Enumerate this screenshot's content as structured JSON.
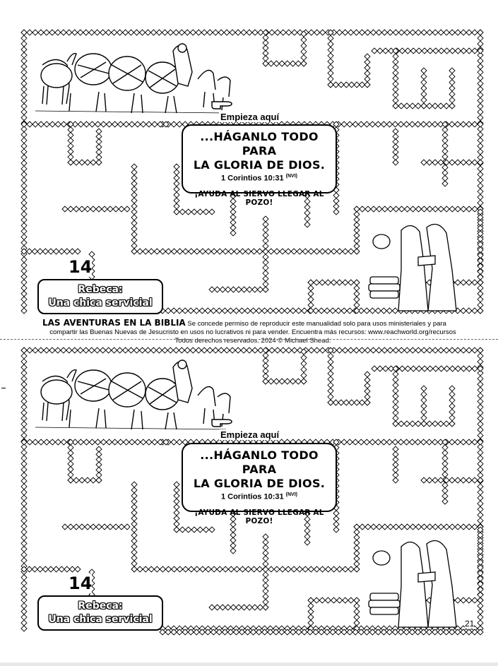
{
  "copies": [
    {
      "start_label": "Empieza aquí",
      "verse_line1": "...HÁGANLO TODO PARA",
      "verse_line2": "LA GLORIA DE DIOS.",
      "reference": "1 Corintios 10:31",
      "version": "(NVI)",
      "instruction": "¡AYUDA AL SIERVO LLEGAR AL POZO!",
      "lesson_number": "14",
      "title_line1": "Rebeca:",
      "title_line2": "Una chica servicial"
    },
    {
      "start_label": "Empieza aquí",
      "verse_line1": "...HÁGANLO TODO PARA",
      "verse_line2": "LA GLORIA DE DIOS.",
      "reference": "1 Corintios 10:31",
      "version": "(NVI)",
      "instruction": "¡AYUDA AL SIERVO LLEGAR AL POZO!",
      "lesson_number": "14",
      "title_line1": "Rebeca:",
      "title_line2": "Una chica servicial"
    }
  ],
  "credits": {
    "brand": "LAS AVENTURAS EN LA BIBLIA",
    "line1": " Se concede permiso de reproducir este manualidad solo para usos ministeriales y para",
    "line2": "compartir las Buenas Nuevas de Jesucristo en usos no lucrativos ni para vender.  Encuentra más recursos: www.reachworld.org/recursos",
    "line3": "Todos derechos reservados. 2024 © Michael Shead."
  },
  "page_number": "21",
  "icons": [
    "pointing-hand-icon",
    "camel-caravan-illustration",
    "well-scene-illustration"
  ]
}
